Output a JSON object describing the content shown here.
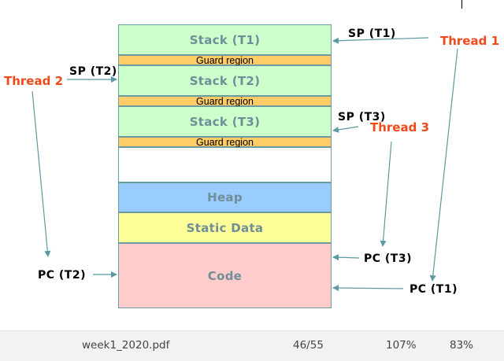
{
  "slide": {
    "segments": [
      {
        "label": "Stack (T1)",
        "color": "#ccffcc"
      },
      {
        "label": "Guard region",
        "color": "#ffcc66"
      },
      {
        "label": "Stack (T2)",
        "color": "#ccffcc"
      },
      {
        "label": "Guard region",
        "color": "#ffcc66"
      },
      {
        "label": "Stack (T3)",
        "color": "#ccffcc"
      },
      {
        "label": "Guard region",
        "color": "#ffcc66"
      },
      {
        "label": "",
        "color": "#ffffff"
      },
      {
        "label": "Heap",
        "color": "#99ccff"
      },
      {
        "label": "Static Data",
        "color": "#ffff99"
      },
      {
        "label": "Code",
        "color": "#ffcccc"
      }
    ],
    "pointers": {
      "sp_t1": "SP (T1)",
      "sp_t2": "SP (T2)",
      "sp_t3": "SP (T3)",
      "pc_t1": "PC (T1)",
      "pc_t2": "PC (T2)",
      "pc_t3": "PC (T3)"
    },
    "threads": {
      "t1": "Thread 1",
      "t2": "Thread 2",
      "t3": "Thread 3"
    },
    "colors": {
      "thread_label": "#f04a1a",
      "arrow": "#5b9aa0",
      "segment_text": "#6f8f98"
    }
  },
  "statusbar": {
    "filename": "week1_2020.pdf",
    "page": "46/55",
    "zoom": "107%",
    "battery": "83%"
  }
}
